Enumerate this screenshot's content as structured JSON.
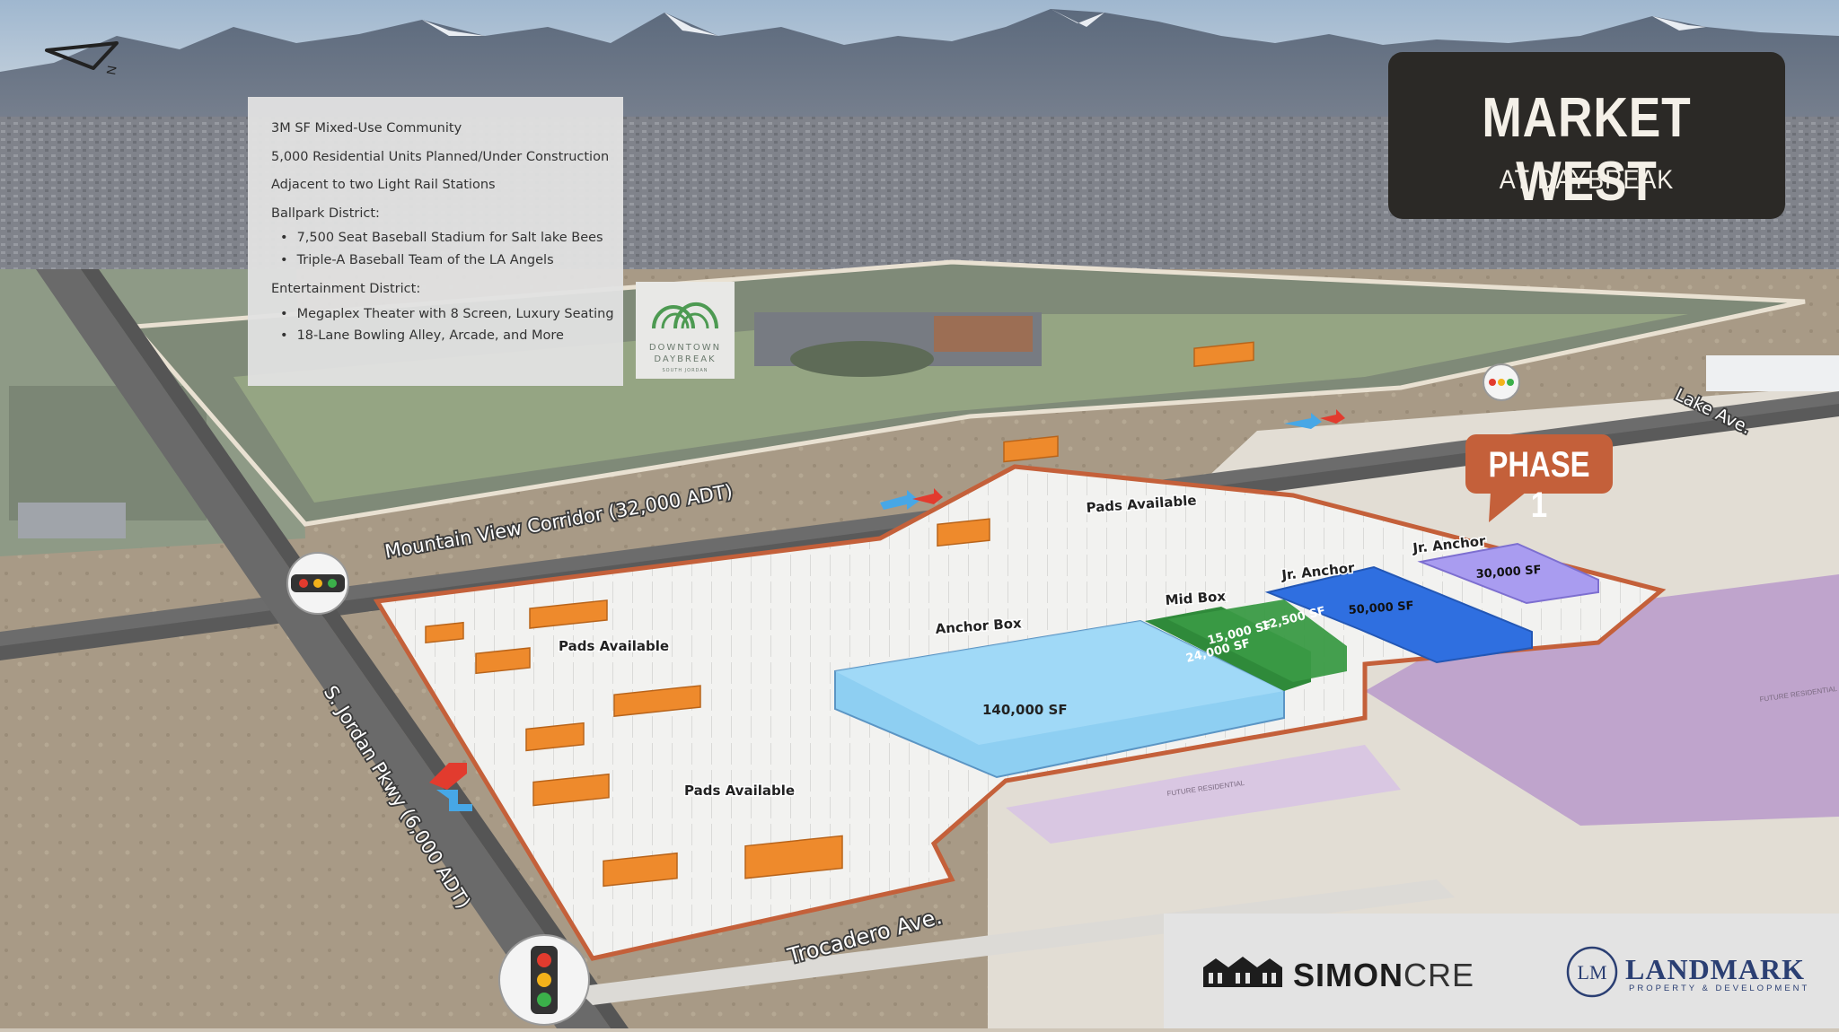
{
  "title": {
    "main": "MARKET WEST",
    "sub": "AT DAYBREAK"
  },
  "phase_label": "PHASE 1",
  "info": {
    "lines": [
      "3M SF Mixed-Use Community",
      "5,000 Residential Units Planned/Under Construction",
      "Adjacent to two Light Rail Stations"
    ],
    "ballpark_heading": "Ballpark District:",
    "ballpark_items": [
      "7,500 Seat Baseball Stadium for Salt lake Bees",
      "Triple-A Baseball Team of the LA Angels"
    ],
    "entertainment_heading": "Entertainment District:",
    "entertainment_items": [
      "Megaplex Theater with 8 Screen, Luxury Seating",
      "18-Lane Bowling Alley, Arcade, and More"
    ]
  },
  "downtown_logo": {
    "line1": "DOWNTOWN",
    "line2": "DAYBREAK",
    "line3": "SOUTH JORDAN"
  },
  "roads": {
    "mountain_view": "Mountain View Corridor (32,000 ADT)",
    "jordan_pkwy": "S. Jordan Pkwy (6,000 ADT)",
    "trocadero": "Trocadero Ave.",
    "lake": "Lake Ave."
  },
  "site_labels": {
    "pads_top": "Pads Available",
    "pads_left": "Pads Available",
    "pads_bottom": "Pads Available",
    "anchor_box": "Anchor Box",
    "anchor_sf": "140,000 SF",
    "mid_box": "Mid Box",
    "mid_sf_1": "24,000 SF",
    "mid_sf_2": "15,000 SF",
    "mid_sf_3": "12,500 SF",
    "jr_anchor_1": "Jr. Anchor",
    "jr_anchor_1_sf": "50,000 SF",
    "jr_anchor_2": "Jr. Anchor",
    "jr_anchor_2_sf": "30,000 SF",
    "future_res_1": "FUTURE RESIDENTIAL",
    "future_res_2": "FUTURE RESIDENTIAL"
  },
  "logos": {
    "simon_bold": "SIMON",
    "simon_light": "CRE",
    "landmark_mark": "LM",
    "landmark_name": "LANDMARK",
    "landmark_tag": "PROPERTY & DEVELOPMENT"
  },
  "colors": {
    "boundary": "#c4603a",
    "anchor": "#8ecff2",
    "mid_box": "#2f8a3a",
    "jr_anchor": "#2f6fe0",
    "jr_anchor_2": "#a99cf0",
    "pads": "#ee8a2c",
    "future_residential": "#bfa4cc",
    "title_bg": "#2b2926"
  }
}
